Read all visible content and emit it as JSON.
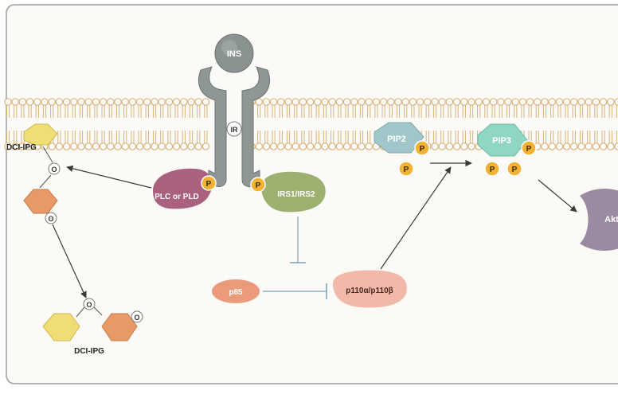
{
  "labels": {
    "ins": "INS",
    "ir": "IR",
    "pip2": "PIP2",
    "pip3": "PIP3",
    "akt": "Akt",
    "dci_ipg_top": "DCI-IPG",
    "dci_ipg_bottom": "DCI-IPG",
    "plc": "PLC or PLD",
    "irs": "IRS1/IRS2",
    "p85": "p85",
    "p110": "p110α/p110β",
    "phospho": "P",
    "oxygen": "O"
  },
  "colors": {
    "membrane": "#d9b27a",
    "receptor": "#8f9696",
    "pip2": "#9fc7c9",
    "pip3": "#8fd6c4",
    "akt": "#9c8aa1",
    "plc": "#a9617e",
    "irs": "#9cb070",
    "p85": "#ec9a7c",
    "p110": "#f2b8aa",
    "phospho": "#f3b233",
    "hex_yellow": "#f1dd76",
    "hex_orange": "#e89a66"
  }
}
